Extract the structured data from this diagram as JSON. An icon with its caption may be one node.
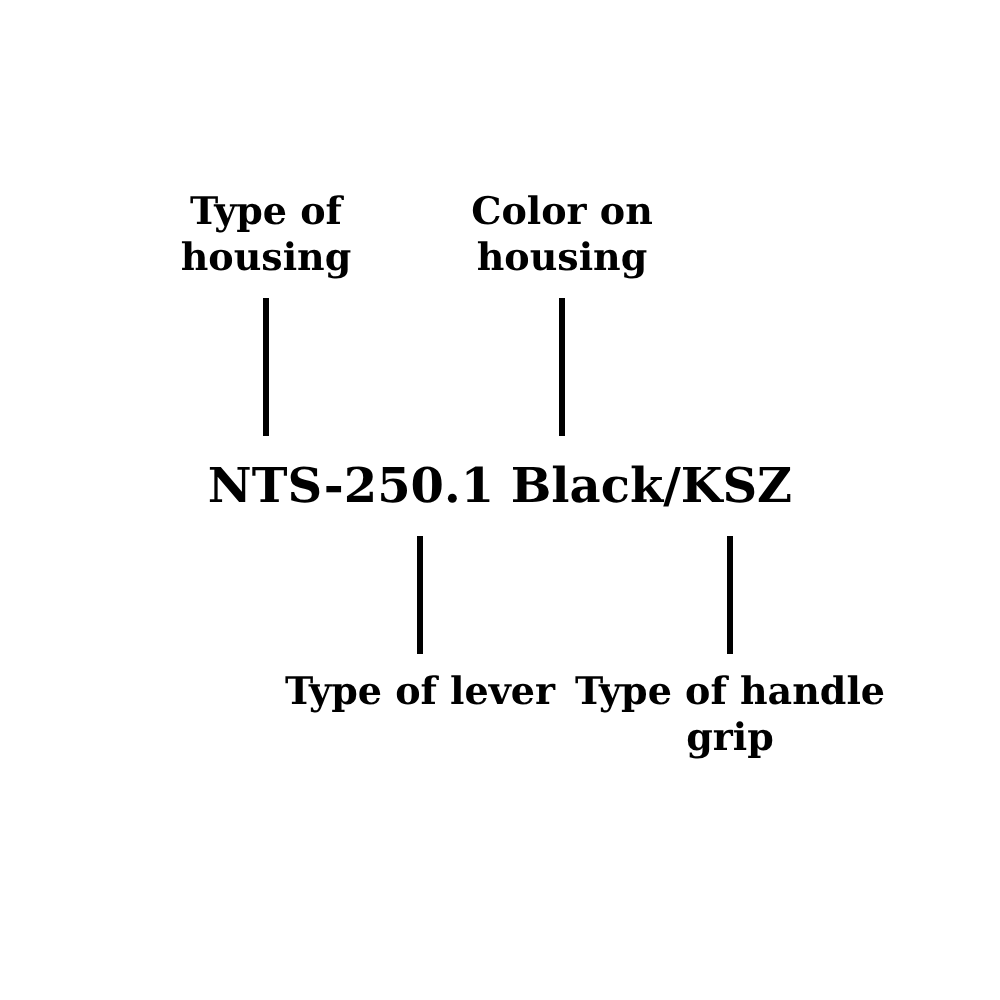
{
  "diagram": {
    "nodes": [
      {
        "text": [
          "Type of housing"
        ]
      },
      {
        "text": [
          "Color on housing"
        ]
      },
      {
        "text": [
          "NTS-250.1 Black/KSZ"
        ]
      },
      {
        "text": [
          "Type of lever"
        ]
      },
      {
        "text": [
          "Type of handle grip"
        ]
      }
    ],
    "edges": [
      {
        "from": 0,
        "to": 2,
        "arrow": "none"
      },
      {
        "from": 1,
        "to": 2,
        "arrow": "none"
      },
      {
        "from": 3,
        "to": 2,
        "arrow": "none"
      },
      {
        "from": 4,
        "to": 2,
        "arrow": "none"
      }
    ]
  }
}
